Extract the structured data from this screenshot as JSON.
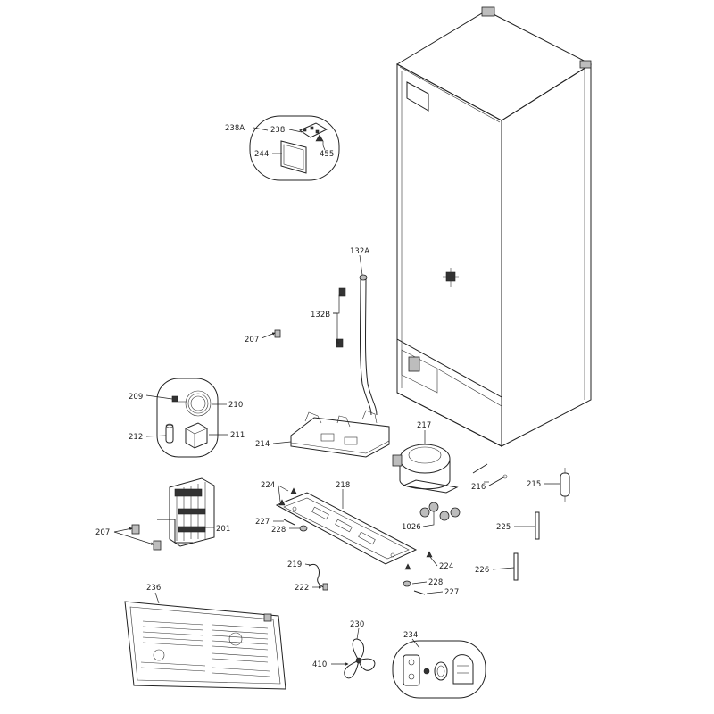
{
  "labels": {
    "p238A": "238A",
    "p238": "238",
    "p244": "244",
    "p455": "455",
    "p132A": "132A",
    "p132B": "132B",
    "p207a": "207",
    "p209": "209",
    "p210": "210",
    "p212": "212",
    "p211": "211",
    "p214": "214",
    "p217": "217",
    "p216": "216",
    "p215": "215",
    "p224a": "224",
    "p218": "218",
    "p227a": "227",
    "p228a": "228",
    "p1026": "1026",
    "p225": "225",
    "p207b": "207",
    "p201": "201",
    "p219": "219",
    "p224b": "224",
    "p226": "226",
    "p222": "222",
    "p228b": "228",
    "p227b": "227",
    "p236": "236",
    "p230": "230",
    "p234": "234",
    "p410": "410"
  },
  "colors": {
    "line": "#222222",
    "background": "#ffffff",
    "fill_gray": "#bdbdbd"
  }
}
